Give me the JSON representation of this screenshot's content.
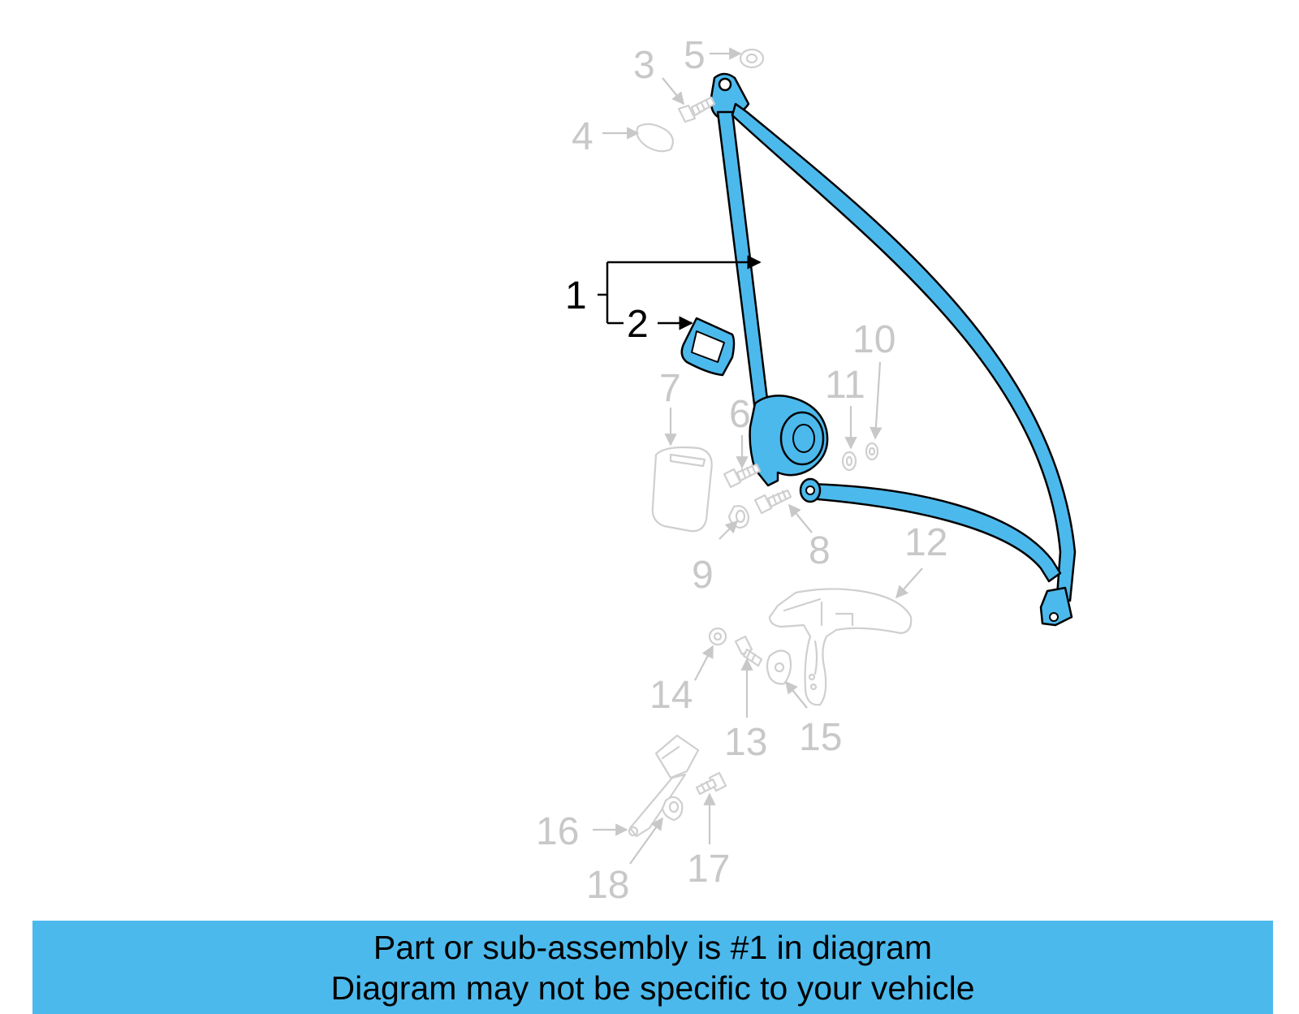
{
  "colors": {
    "highlight": "#4cb9ec",
    "ghost": "#c8c8c8",
    "banner": "#4cb9ec"
  },
  "callouts": {
    "c1": "1",
    "c2": "2",
    "c3": "3",
    "c4": "4",
    "c5": "5",
    "c6": "6",
    "c7": "7",
    "c8": "8",
    "c9": "9",
    "c10": "10",
    "c11": "11",
    "c12": "12",
    "c13": "13",
    "c14": "14",
    "c15": "15",
    "c16": "16",
    "c17": "17",
    "c18": "18"
  },
  "banner": {
    "line1": "Part or sub-assembly is #1 in diagram",
    "line2": "Diagram may not be specific to your vehicle"
  }
}
